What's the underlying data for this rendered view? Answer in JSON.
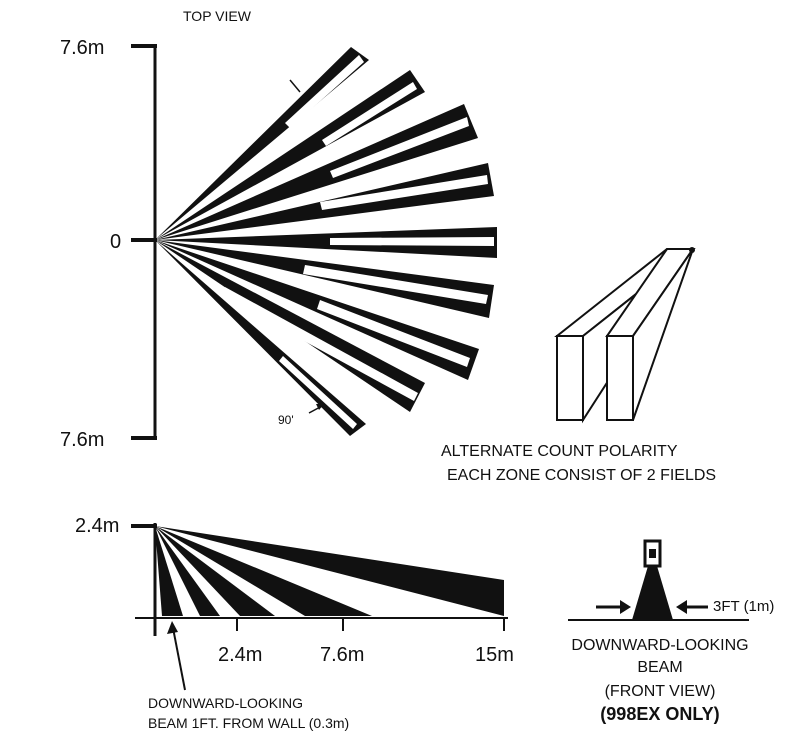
{
  "top_view": {
    "title": "TOP VIEW",
    "axis_top": "7.6m",
    "axis_mid": "0",
    "axis_bottom": "7.6m",
    "angle_label": "90'"
  },
  "polarity": {
    "caption_line1": "ALTERNATE COUNT POLARITY",
    "caption_line2": "EACH ZONE CONSIST OF 2 FIELDS"
  },
  "side_view": {
    "height_label": "2.4m",
    "x_tick_1": "2.4m",
    "x_tick_2": "7.6m",
    "x_tick_3": "15m",
    "note_line1": "DOWNWARD-LOOKING",
    "note_line2": "BEAM 1FT. FROM WALL (0.3m)"
  },
  "front_view": {
    "width_label": "3FT (1m)",
    "caption_line1": "DOWNWARD-LOOKING",
    "caption_line2": "BEAM",
    "caption_line3": "(FRONT VIEW)",
    "caption_line4": "(998EX ONLY)"
  }
}
